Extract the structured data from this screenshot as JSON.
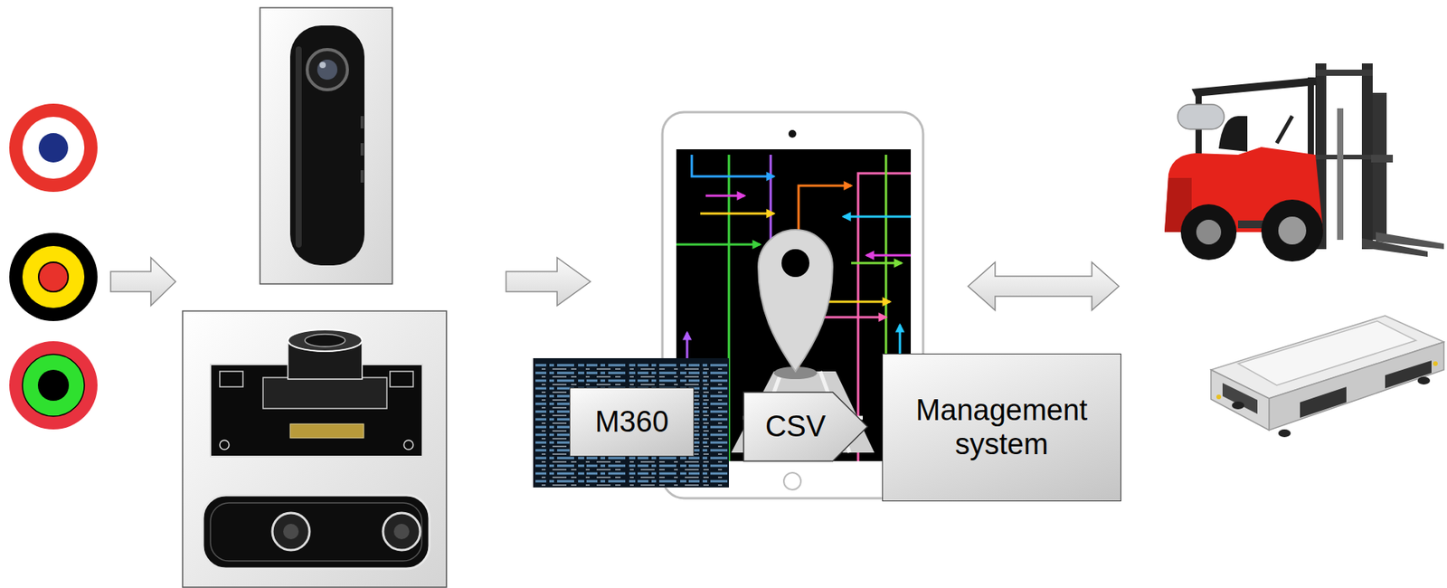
{
  "diagram": {
    "nodes": [
      {
        "text": [
          "M360"
        ]
      },
      {
        "text": [
          "CSV"
        ]
      },
      {
        "text": [
          "Management system"
        ]
      }
    ]
  }
}
